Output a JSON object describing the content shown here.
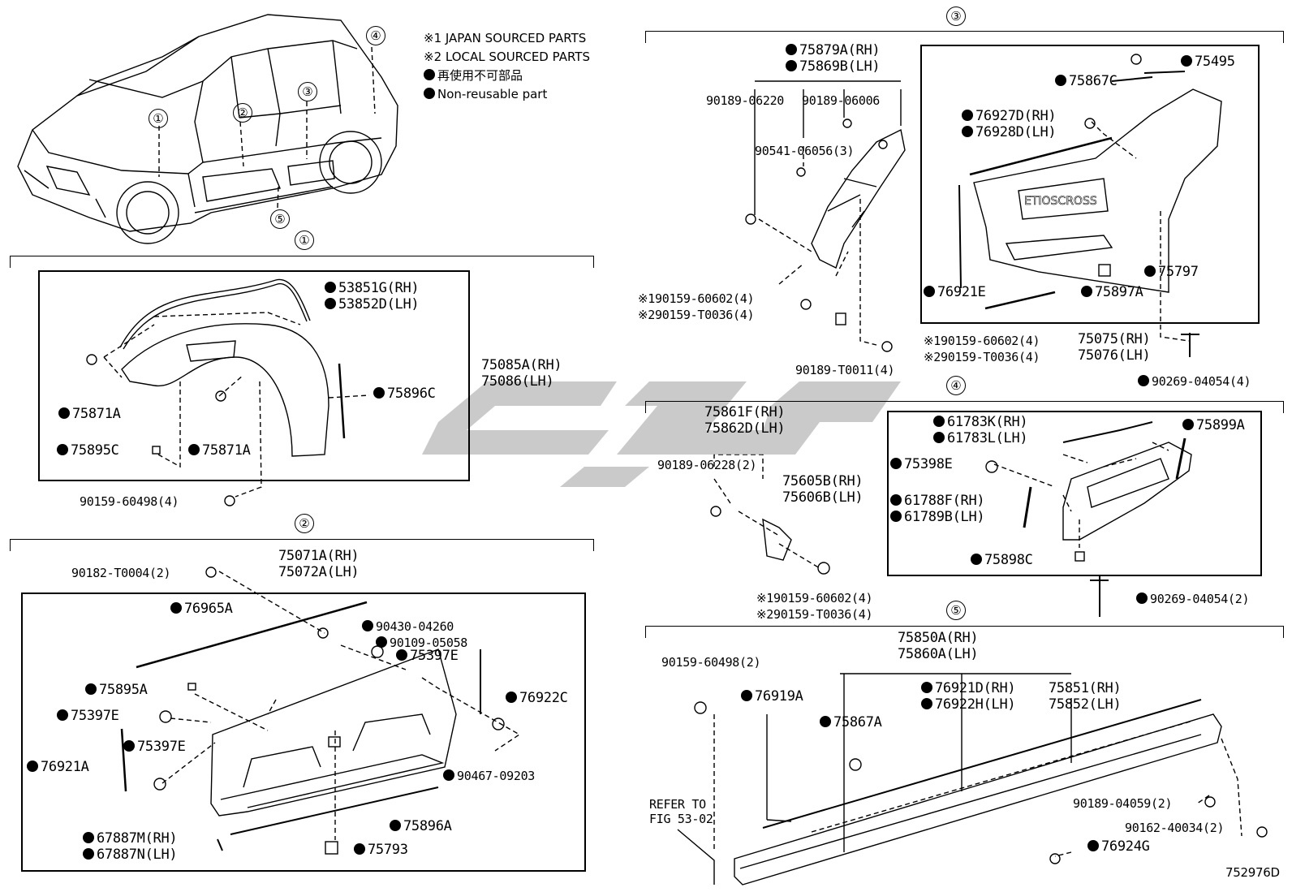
{
  "legend": {
    "note1": "※1 JAPAN SOURCED PARTS",
    "note2": "※2 LOCAL SOURCED PARTS",
    "nonreusable_jp": "再使用不可部品",
    "nonreusable_en": "Non-reusable part"
  },
  "car_callouts": [
    "①",
    "②",
    "③",
    "④",
    "⑤"
  ],
  "sections": {
    "s1": {
      "marker": "①",
      "parts": {
        "p53851": "53851G(RH)",
        "p53852": "53852D(LH)",
        "p75871a_1": "75871A",
        "p75871a_2": "75871A",
        "p75895c": "75895C",
        "p75896c": "75896C",
        "p75085": "75085A(RH)",
        "p75086": "75086(LH)",
        "p90159": "90159-60498(4)"
      }
    },
    "s2": {
      "marker": "②",
      "parts": {
        "p75071": "75071A(RH)",
        "p75072": "75072A(LH)",
        "p90182": "90182-T0004(2)",
        "p76965a": "76965A",
        "p90430": "90430-04260",
        "p90109": "90109-05058",
        "p75397e_1": "75397E",
        "p75895a": "75895A",
        "p76922c": "76922C",
        "p75397e_2": "75397E",
        "p75397e_3": "75397E",
        "p76921a": "76921A",
        "p90467": "90467-09203",
        "p75896a": "75896A",
        "p67887m": "67887M(RH)",
        "p67887n": "67887N(LH)",
        "p75793": "75793"
      }
    },
    "s3": {
      "marker": "③",
      "parts": {
        "p75879a": "75879A(RH)",
        "p75869b": "75869B(LH)",
        "p90189_06220": "90189-06220",
        "p90189_06006": "90189-06006",
        "p90541": "90541-06056(3)",
        "p1_90159": "※190159-60602(4)",
        "p2_90159": "※290159-T0036(4)",
        "p90189_t0011": "90189-T0011(4)",
        "p75495": "75495",
        "p75867c": "75867C",
        "p76927d": "76927D(RH)",
        "p76928d": "76928D(LH)",
        "p75797": "75797",
        "p76921e": "76921E",
        "p75897a": "75897A",
        "p1b_90159": "※190159-60602(4)",
        "p2b_90159": "※290159-T0036(4)",
        "p75075": "75075(RH)",
        "p75076": "75076(LH)",
        "p90269": "90269-04054(4)",
        "emblem": "ETIOSCROSS"
      }
    },
    "s4": {
      "marker": "④",
      "parts": {
        "p75861f": "75861F(RH)",
        "p75862d": "75862D(LH)",
        "p90189_06228": "90189-06228(2)",
        "p61783k": "61783K(RH)",
        "p61783l": "61783L(LH)",
        "p75899a": "75899A",
        "p75398e": "75398E",
        "p75605b": "75605B(RH)",
        "p75606b": "75606B(LH)",
        "p61788f": "61788F(RH)",
        "p61789b": "61789B(LH)",
        "p75898c": "75898C",
        "p1_90159": "※190159-60602(4)",
        "p2_90159": "※290159-T0036(4)",
        "p90269": "90269-04054(2)"
      }
    },
    "s5": {
      "marker": "⑤",
      "parts": {
        "p75850a": "75850A(RH)",
        "p75860a": "75860A(LH)",
        "p90159": "90159-60498(2)",
        "p76919a": "76919A",
        "p76921d": "76921D(RH)",
        "p76922h": "76922H(LH)",
        "p75851": "75851(RH)",
        "p75852": "75852(LH)",
        "p75867a": "75867A",
        "refer1": "REFER TO",
        "refer2": "FIG 53-02",
        "p90189_04059": "90189-04059(2)",
        "p90162": "90162-40034(2)",
        "p76924g": "76924G"
      }
    }
  },
  "figure_id": "752976D"
}
